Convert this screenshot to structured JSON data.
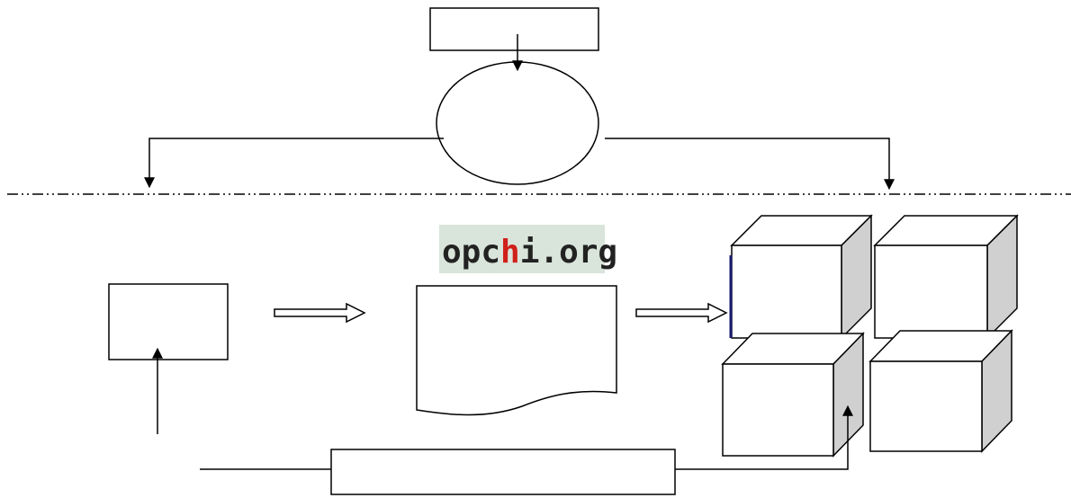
{
  "watermark": {
    "text_before": "opc",
    "text_accent": "h",
    "text_after": "i.org",
    "accent_color": "#d0201a",
    "text_color": "#222222",
    "bg_color": "#d9e4da"
  },
  "colors": {
    "stroke": "#000000",
    "fill": "#ffffff",
    "cube_side": "#d0d0d0",
    "cube_accent": "#1a1a6e"
  }
}
